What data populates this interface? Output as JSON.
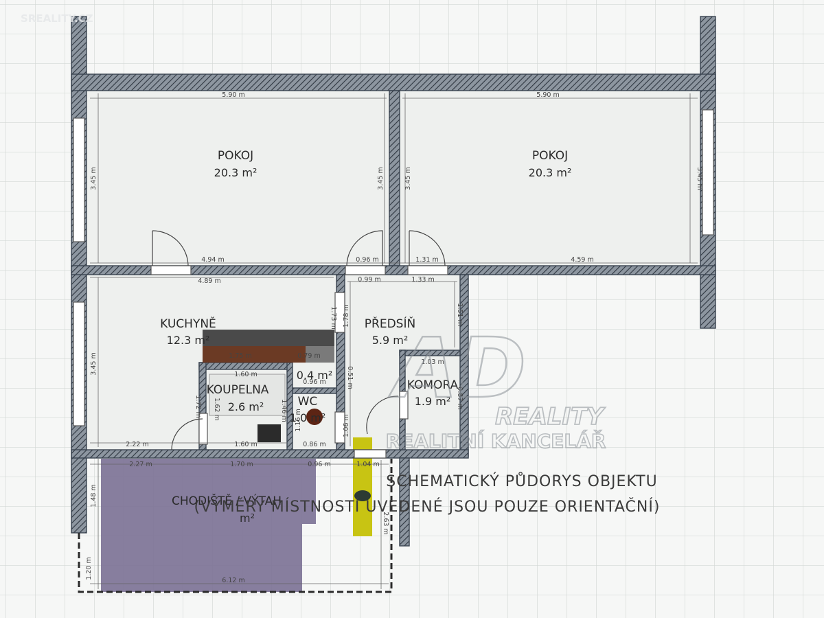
{
  "watermark_top": "SREALITY.CZ",
  "rooms": [
    {
      "id": "pokoj-left",
      "name": "POKOJ",
      "area": "20.3 m²"
    },
    {
      "id": "pokoj-right",
      "name": "POKOJ",
      "area": "20.3 m²"
    },
    {
      "id": "kuchyne",
      "name": "KUCHYNĚ",
      "area": "12.3 m²"
    },
    {
      "id": "predsin",
      "name": "PŘEDSÍŇ",
      "area": "5.9 m²"
    },
    {
      "id": "koupelna",
      "name": "KOUPELNA",
      "area": "2.6 m²"
    },
    {
      "id": "wc",
      "name": "WC",
      "area": "1.0 m²"
    },
    {
      "id": "komora",
      "name": "KOMORA",
      "area": "1.9 m²"
    },
    {
      "id": "chodba-small",
      "name": "",
      "area": "0.4 m²"
    },
    {
      "id": "chodiste",
      "name": "CHODIŠTĚ / VÝTAH",
      "area": "m²"
    }
  ],
  "dimensions": {
    "pokoj_left_top": "5.90 m",
    "pokoj_right_top": "5.90 m",
    "pokoj_left_side": "3.45 m",
    "pokoj_left_inner": "3.45 m",
    "pokoj_right_side": "3.45 m",
    "pokoj_right_outer": "3.45 m",
    "pokoj_left_bottom_a": "4.94 m",
    "pokoj_left_bottom_b": "0.96 m",
    "pokoj_right_bottom_a": "1.31 m",
    "pokoj_right_bottom_b": "4.59 m",
    "kuch_top": "4.89 m",
    "pred_top_a": "0.99 m",
    "pred_top_b": "1.33 m",
    "kuch_side": "3.45 m",
    "kuch_inner": "1.73 m",
    "pred_side": "1.78 m",
    "pred_right": "1.51 m",
    "counter": "1.75 m",
    "counter2": "0.79 m",
    "koup_top": "1.60 m",
    "koup_side": "1.62 m",
    "koup_inner": "1.46 m",
    "koup_bottom": "1.60 m",
    "wc_side": "1.16 m",
    "wc_bottom": "0.86 m",
    "chod_small": "0.96 m",
    "pred_mid": "0.51 m",
    "pred_low": "1.06 m",
    "komora_top": "1.03 m",
    "komora_side": "0.87 m",
    "kuch_bottom": "2.22 m",
    "kuch_left_low": "1.72 m",
    "ch_top_a": "2.27 m",
    "ch_top_b": "1.70 m",
    "ch_top_c": "0.96 m",
    "ch_top_d": "1.04 m",
    "ch_left": "1.48 m",
    "ch_left_low": "1.20 m",
    "ch_right": "2.63 m",
    "ch_bottom": "6.12 m"
  },
  "logo": {
    "mark": "AD",
    "brand": "REALITY",
    "tagline": "REALITNÍ KANCELÁŘ"
  },
  "note": {
    "line1": "SCHEMATICKÝ PŮDORYS OBJEKTU",
    "line2": "(VÝMĚRY MÍSTNOSTÍ UVEDENÉ JSOU POUZE ORIENTAČNÍ)"
  },
  "colors": {
    "wall": "#3a4450",
    "grid": "#d8dcd9",
    "landing": "#7d7396",
    "elevator": "#c8c413",
    "logo": "#9aa0a6"
  }
}
